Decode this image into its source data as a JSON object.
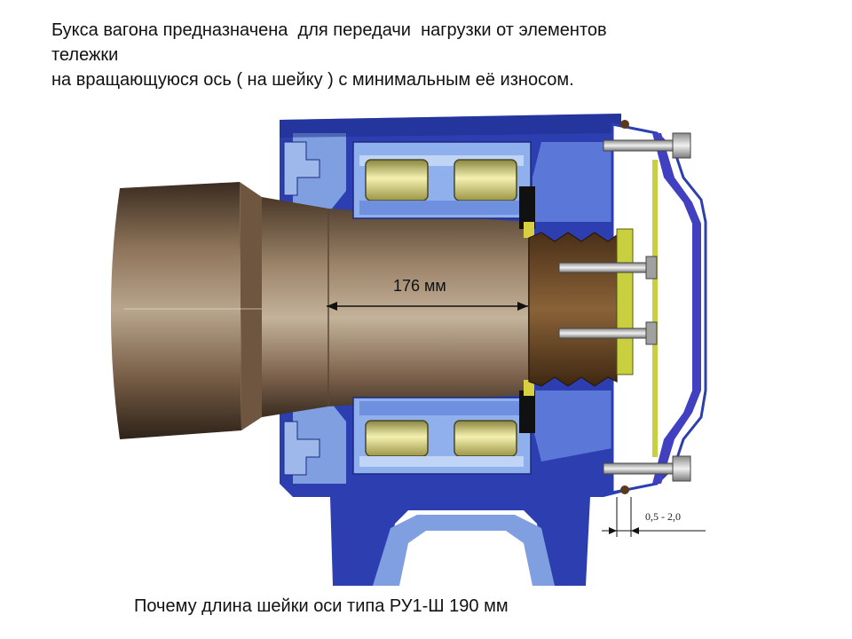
{
  "heading": {
    "line1": "Букса вагона предназначена  для передачи  нагрузки от элементов",
    "line2": "тележки",
    "line3": "на вращающуюся ось ( на шейку ) с минимальным её износом."
  },
  "diagram": {
    "journal_length_label": "176 мм",
    "gap_label": "0,5 - 2,0"
  },
  "caption": "Почему длина шейки оси типа РУ1-Ш 190 мм",
  "colors": {
    "housing_blue": "#2d3fb0",
    "light_blue": "#7f9fe0",
    "axle_brown": "#7a6048",
    "roller_yellow": "#e6e08a",
    "nut_brown": "#6b4a2a"
  }
}
